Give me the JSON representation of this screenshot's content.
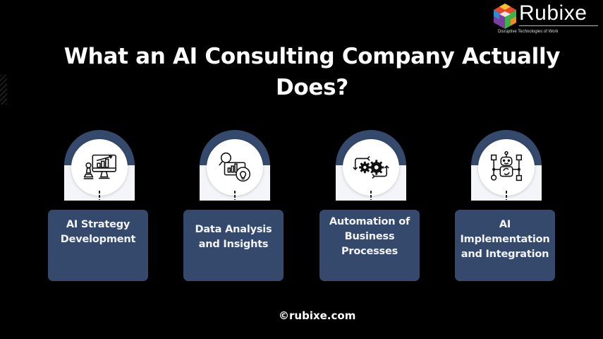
{
  "brand": {
    "name": "Rubixe",
    "tagline": "Disruptive Technologies of Work",
    "logo_icon": "hexagon-cube-logo-icon"
  },
  "title": {
    "line1": "What an AI Consulting Company Actually",
    "line2": "Does?"
  },
  "cards": [
    {
      "label": "AI Strategy Development",
      "lines": [
        "AI Strategy",
        "Development"
      ],
      "icon": "chess-pawn-monitor-chart-icon"
    },
    {
      "label": "Data Analysis and Insights",
      "lines": [
        "Data Analysis",
        "and Insights"
      ],
      "icon": "magnifier-chart-lightbulb-icon"
    },
    {
      "label": "Automation of Business Processes",
      "lines": [
        "Automation of",
        "Business",
        "Processes"
      ],
      "icon": "gears-cycle-arrows-icon"
    },
    {
      "label": "AI Implementation and Integration",
      "lines": [
        "AI",
        "Implementation",
        "and Integration"
      ],
      "icon": "robot-network-icon"
    }
  ],
  "footer": {
    "text": "©rubixe.com"
  },
  "colors": {
    "background": "#000000",
    "card_blue": "#34496b",
    "text": "#ffffff"
  }
}
